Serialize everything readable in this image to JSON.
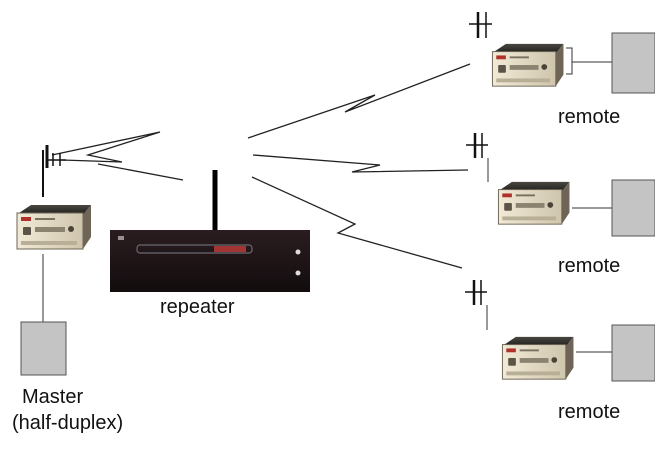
{
  "labels": {
    "master_line1": "Master",
    "master_line2": "(half-duplex)",
    "repeater": "repeater",
    "remote_1": "remote",
    "remote_2": "remote",
    "remote_3": "remote"
  },
  "colors": {
    "radio_top": "#2b2a26",
    "radio_front": "#e6ddc6",
    "radio_side": "#8a7f6c",
    "repeater_panel": "#1c1416",
    "terminal_fill": "#c4c4c4",
    "terminal_stroke": "#555555",
    "link_line": "#222222"
  },
  "icons": [
    "antenna-icon",
    "radio-unit-icon",
    "terminal-box-icon",
    "radio-link-icon"
  ]
}
